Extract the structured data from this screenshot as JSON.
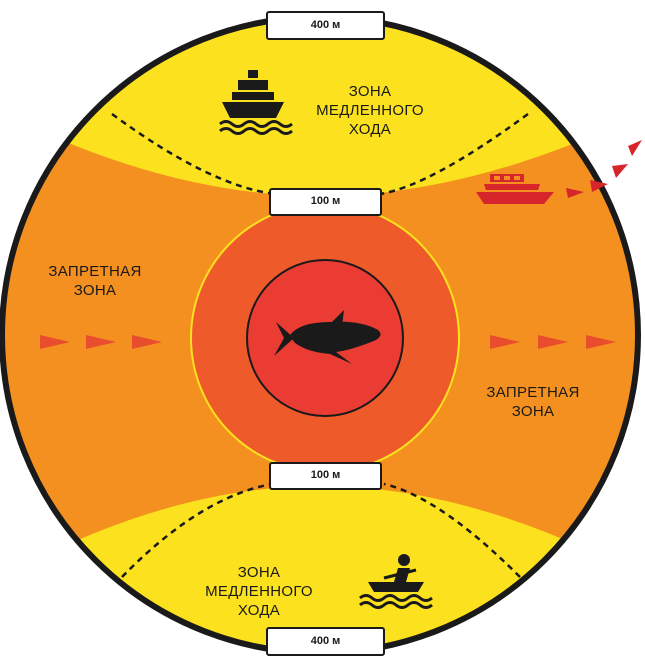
{
  "colors": {
    "slow_zone": "#fbe11e",
    "restricted_zone": "#f4901f",
    "inner_zone": "#ef5a2a",
    "core_zone": "#ea3c32",
    "outline": "#1a1a1a",
    "boat_red": "#d7252c",
    "arrow_red": "#e84e2e",
    "inner_ring_stroke": "#fbe11e"
  },
  "zones": {
    "slow_top": "ЗОНА\nМЕДЛЕННОГО\nХОДА",
    "slow_bottom": "ЗОНА\nМЕДЛЕННОГО\nХОДА",
    "restricted_left": "ЗАПРЕТНАЯ\nЗОНА",
    "restricted_right": "ЗАПРЕТНАЯ\nЗОНА"
  },
  "distances": {
    "outer_top": "400 м",
    "inner_top": "100 м",
    "inner_bottom": "100 м",
    "outer_bottom": "400 м"
  },
  "icons": {
    "top": "ship-icon",
    "right": "motorboat-icon",
    "bottom": "rowboat-icon",
    "center": "whale-icon",
    "approach": "arrow-icon"
  }
}
